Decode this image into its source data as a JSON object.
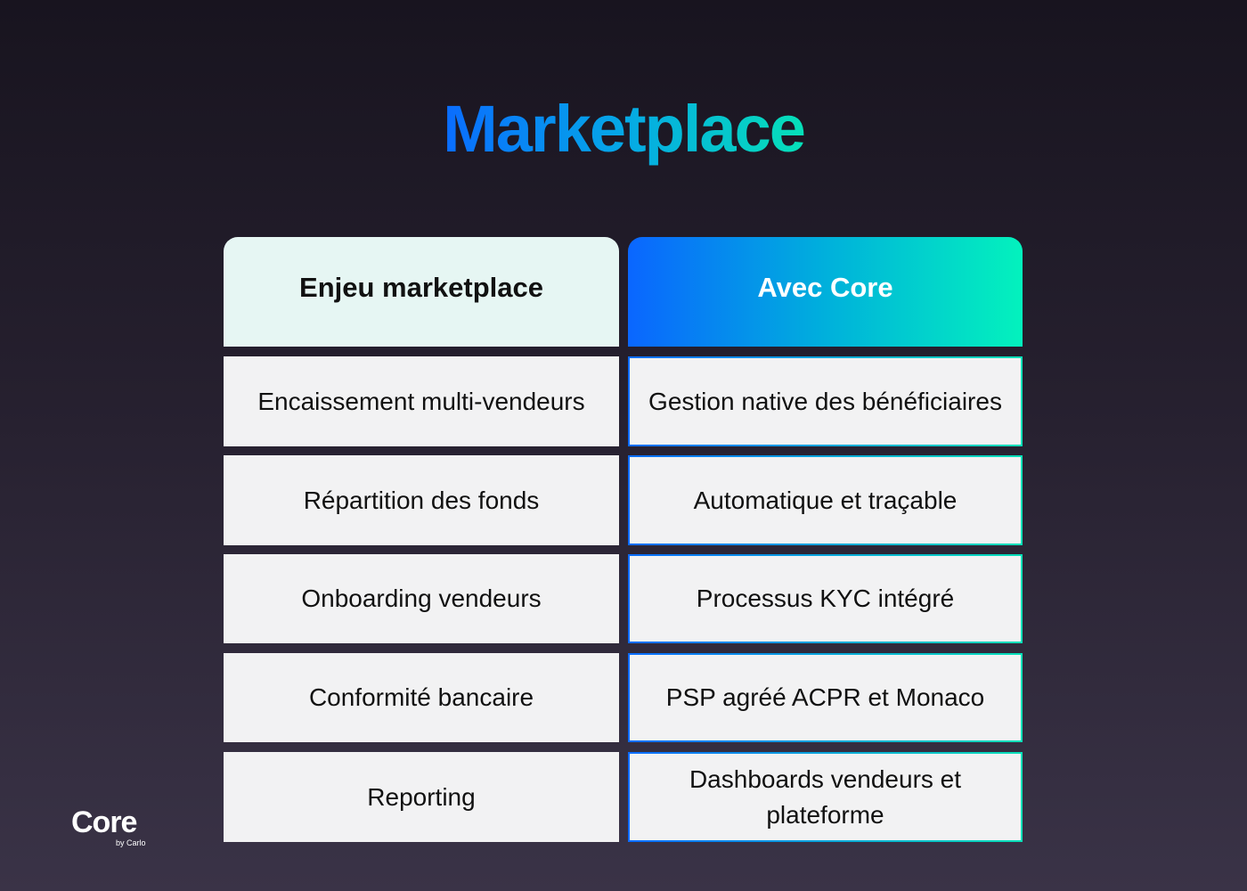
{
  "title": "Marketplace",
  "headers": {
    "left": "Enjeu marketplace",
    "right": "Avec Core"
  },
  "rows": [
    {
      "left": "Encaissement multi-vendeurs",
      "right": "Gestion native des bénéficiaires"
    },
    {
      "left": "Répartition des fonds",
      "right": "Automatique et traçable"
    },
    {
      "left": "Onboarding vendeurs",
      "right": "Processus KYC intégré"
    },
    {
      "left": "Conformité bancaire",
      "right": "PSP agréé ACPR et Monaco"
    },
    {
      "left": "Reporting",
      "right": "Dashboards vendeurs et plateforme"
    }
  ],
  "logo": {
    "name": "Core",
    "tagline": "by Carlo"
  },
  "colors": {
    "gradient_start": "#0a66ff",
    "gradient_end": "#03f2bd"
  }
}
